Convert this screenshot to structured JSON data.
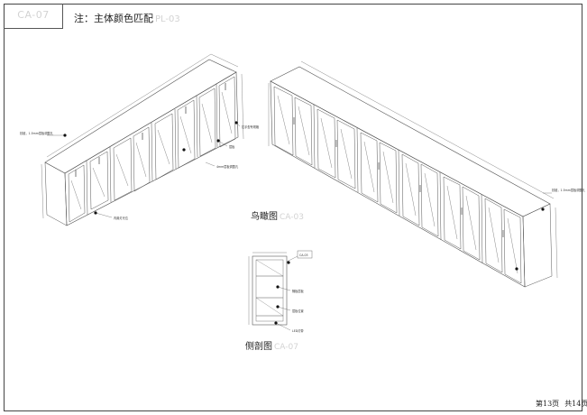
{
  "title_block": {
    "code": "CA-07"
  },
  "note": {
    "prefix": "注：主体颜色匹配",
    "code": "PL-03"
  },
  "captions": {
    "birdseye": {
      "text": "鸟瞰图",
      "code": "CA-03"
    },
    "section": {
      "text": "侧剖图",
      "code": "CA-07"
    }
  },
  "page": {
    "current": "第13页",
    "total": "共14页"
  },
  "annotations": {
    "left_hinge_note": "铰链，1.5mm层板调整孔",
    "left_top_right_note": "拉手型号规格",
    "left_mid_right_note": "层板",
    "left_bottom_right_note": "4mm层板调整孔",
    "left_bottom_note": "内置灯光位",
    "right_side_note": "铰链，1.5mm层板调整孔",
    "section_top_label": "CA-03",
    "section_label_1": "隔板层板",
    "section_label_2": "层板位置",
    "section_label_3": "LED灯带"
  }
}
